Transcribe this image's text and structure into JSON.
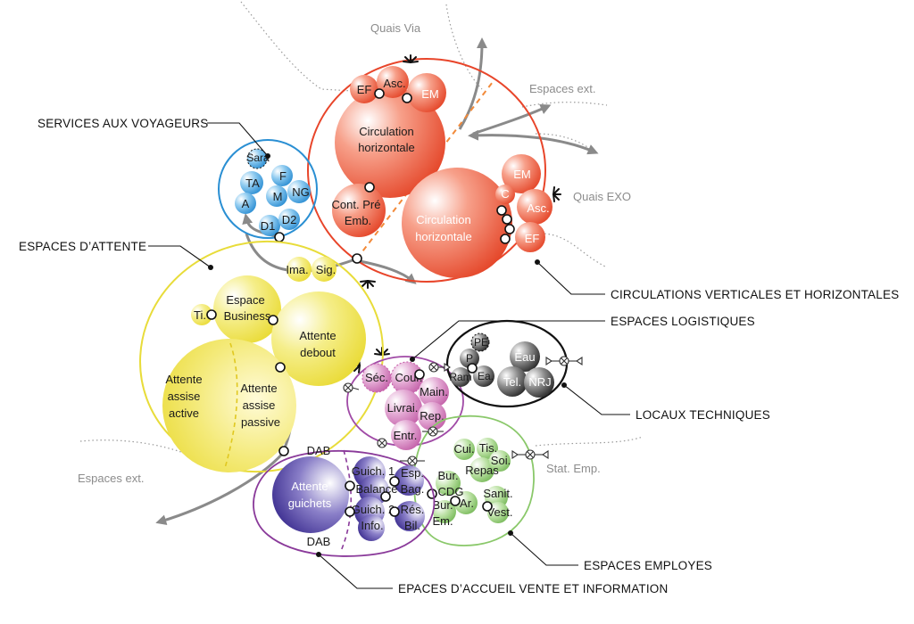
{
  "colors": {
    "red": "#e8452a",
    "blue": "#2a8fd3",
    "yellow": "#ede13a",
    "purple": "#8a3a9a",
    "violet": "#3a2a8c",
    "pink": "#c65aa8",
    "green": "#7ab85a",
    "black": "#1a1a1a",
    "grey": "#8a8a8a"
  },
  "external": {
    "quais_via": "Quais Via",
    "espaces_ext_top": "Espaces ext.",
    "quais_exo": "Quais EXO",
    "stat_emp": "Stat. Emp.",
    "espaces_ext_left": "Espaces ext."
  },
  "callouts": {
    "services": "SERVICES AUX VOYAGEURS",
    "attente": "ESPACES D’ATTENTE",
    "circulations": "CIRCULATIONS VERTICALES ET HORIZONTALES",
    "logistiques": "ESPACES LOGISTIQUES",
    "techniques": "LOCAUX TECHNIQUES",
    "employes": "ESPACES EMPLOYES",
    "accueil": "EPACES D’ACCUEIL VENTE ET INFORMATION"
  },
  "circulation": {
    "ef_top": "EF",
    "asc_top": "Asc.",
    "em_top": "EM",
    "circ_top_1": "Circulation",
    "circ_top_2": "horizontale",
    "cont_1": "Cont. Pré",
    "cont_2": "Emb.",
    "circ_bot_1": "Circulation",
    "circ_bot_2": "horizontale",
    "em_right": "EM",
    "c_right": "C",
    "asc_right": "Asc.",
    "ef_right": "EF"
  },
  "services": {
    "sara": "Sara",
    "f": "F",
    "ta": "TA",
    "m": "M",
    "ng": "NG",
    "a": "A",
    "d1": "D1",
    "d2": "D2"
  },
  "attente": {
    "ima": "Ima.",
    "sig": "Sig.",
    "espace_1": "Espace",
    "espace_2": "Business",
    "ti": "Ti.",
    "debout_1": "Attente",
    "debout_2": "debout",
    "active_1": "Attente",
    "active_2": "assise",
    "active_3": "active",
    "passive_1": "Attente",
    "passive_2": "assise",
    "passive_3": "passive"
  },
  "logistique": {
    "sec": "Séc.",
    "cour": "Cour.",
    "main": "Main.",
    "livrai": "Livrai.",
    "rep": "Rep.",
    "entr": "Entr."
  },
  "techniques": {
    "pe": "PE",
    "p": "P",
    "ram": "Ram",
    "ea": "Ea.",
    "eau": "Eau",
    "tel": "Tel.",
    "nrj": "NRJ"
  },
  "employes": {
    "cui": "Cui.",
    "tis": "Tis.",
    "repas": "Repas",
    "soi": "Soi.",
    "bur_cdg_1": "Bur.",
    "bur_cdg_2": "CDG",
    "ar": "Ar.",
    "bur_em_1": "Bur.",
    "bur_em_2": "Em.",
    "sanit": "Sanit.",
    "vest": "Vest."
  },
  "accueil": {
    "dab_top": "DAB",
    "dab_bottom": "DAB",
    "guichets_1": "Attente",
    "guichets_2": "guichets",
    "guich1": "Guich. 1",
    "balance": "Balance",
    "guich2": "Guich. 2",
    "info": "Info.",
    "esp_bag_1": "Esp.",
    "esp_bag_2": "Bag.",
    "res_bil_1": "Rés.",
    "res_bil_2": "Bil."
  }
}
